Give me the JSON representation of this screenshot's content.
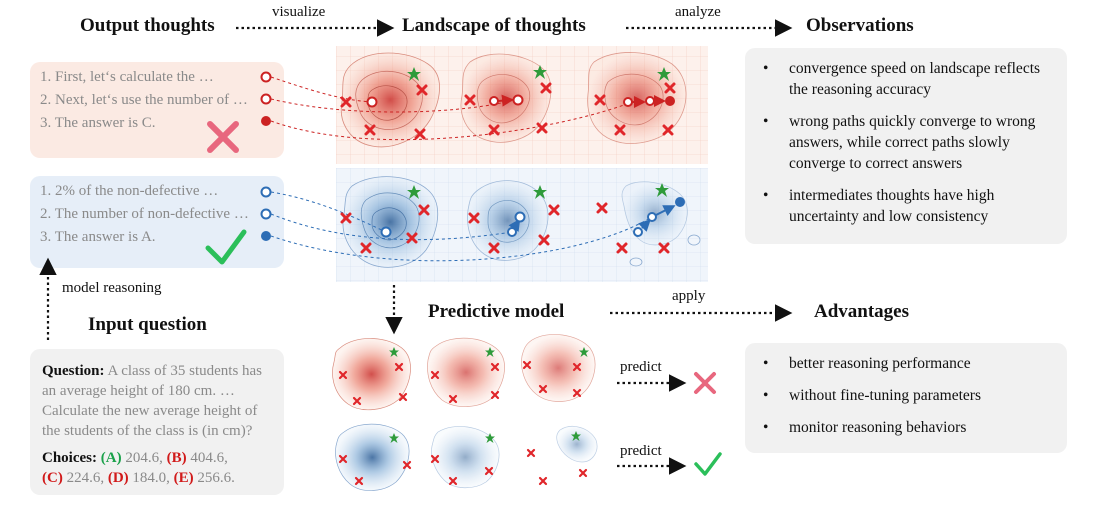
{
  "headings": {
    "output_thoughts": "Output thoughts",
    "landscape": "Landscape of thoughts",
    "observations": "Observations",
    "predictive_model": "Predictive model",
    "advantages": "Advantages",
    "input_question": "Input question"
  },
  "arrow_labels": {
    "visualize": "visualize",
    "analyze": "analyze",
    "apply": "apply",
    "model_reasoning": "model reasoning",
    "predict_top": "predict",
    "predict_bottom": "predict"
  },
  "wrong_thoughts": [
    "1. First, let‘s calculate the …",
    "2. Next, let‘s use the number of …",
    "3. The answer is C."
  ],
  "correct_thoughts": [
    "1. 2% of the non-defective …",
    "2. The number of non-defective …",
    "3. The answer is A."
  ],
  "observations": [
    "convergence speed on landscape reflects the reasoning accuracy",
    "wrong paths quickly converge to wrong answers, while correct paths slowly converge to correct answers",
    "intermediates thoughts have high uncertainty and low consistency"
  ],
  "advantages": [
    "better reasoning performance",
    "without fine-tuning parameters",
    "monitor reasoning behaviors"
  ],
  "question": {
    "label": "Question:",
    "text": "A class of 35 students has an average height of 180 cm. … Calculate the new average height of the students of the class is (in cm)?",
    "choices_label": "Choices:",
    "choices": [
      {
        "key": "(A)",
        "value": "204.6,"
      },
      {
        "key": "(B)",
        "value": "404.6,"
      },
      {
        "key": "(C)",
        "value": "224.6,"
      },
      {
        "key": "(D)",
        "value": "184.0,"
      },
      {
        "key": "(E)",
        "value": "256.6."
      }
    ]
  },
  "colors": {
    "wrong_box": "#fbeae3",
    "correct_box": "#e6eef8",
    "wrong_mark": "#e8677e",
    "correct_mark": "#2bbf5a",
    "red_path": "#cc2222",
    "blue_path": "#2d6db5",
    "star": "#2e9b3a"
  },
  "icons": {
    "wrong": "cross-mark-icon",
    "correct": "check-mark-icon",
    "answer": "star-icon",
    "wrong_answer": "x-marker-icon"
  }
}
